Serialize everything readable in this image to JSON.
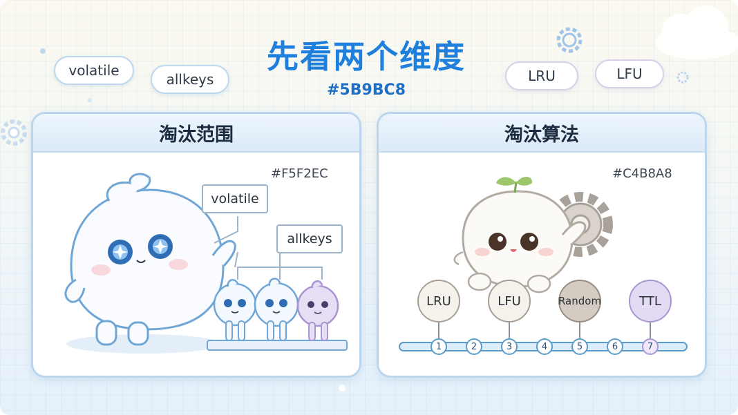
{
  "header": {
    "title": "先看两个维度",
    "hex_code": "#5B9BC8",
    "tags": [
      "volatile",
      "allkeys",
      "LRU",
      "LFU"
    ]
  },
  "left_panel": {
    "title": "淘汰范围",
    "hex_code": "#F5F2EC",
    "labels": [
      "volatile",
      "allkeys"
    ]
  },
  "right_panel": {
    "title": "淘汰算法",
    "hex_code": "#C4B8A8",
    "algorithms": [
      "LRU",
      "LFU",
      "Random",
      "TTL"
    ],
    "timeline": [
      "1",
      "2",
      "3",
      "4",
      "5",
      "6",
      "7"
    ]
  },
  "colors": {
    "accent_blue": "#5B9BC8",
    "title_blue": "#1F7FDC",
    "warm_beige": "#F5F2EC",
    "warm_taupe": "#C4B8A8",
    "soft_purple": "#B9A6DC"
  },
  "icons": [
    "gear-icon",
    "cloud-icon",
    "sprout-icon"
  ]
}
